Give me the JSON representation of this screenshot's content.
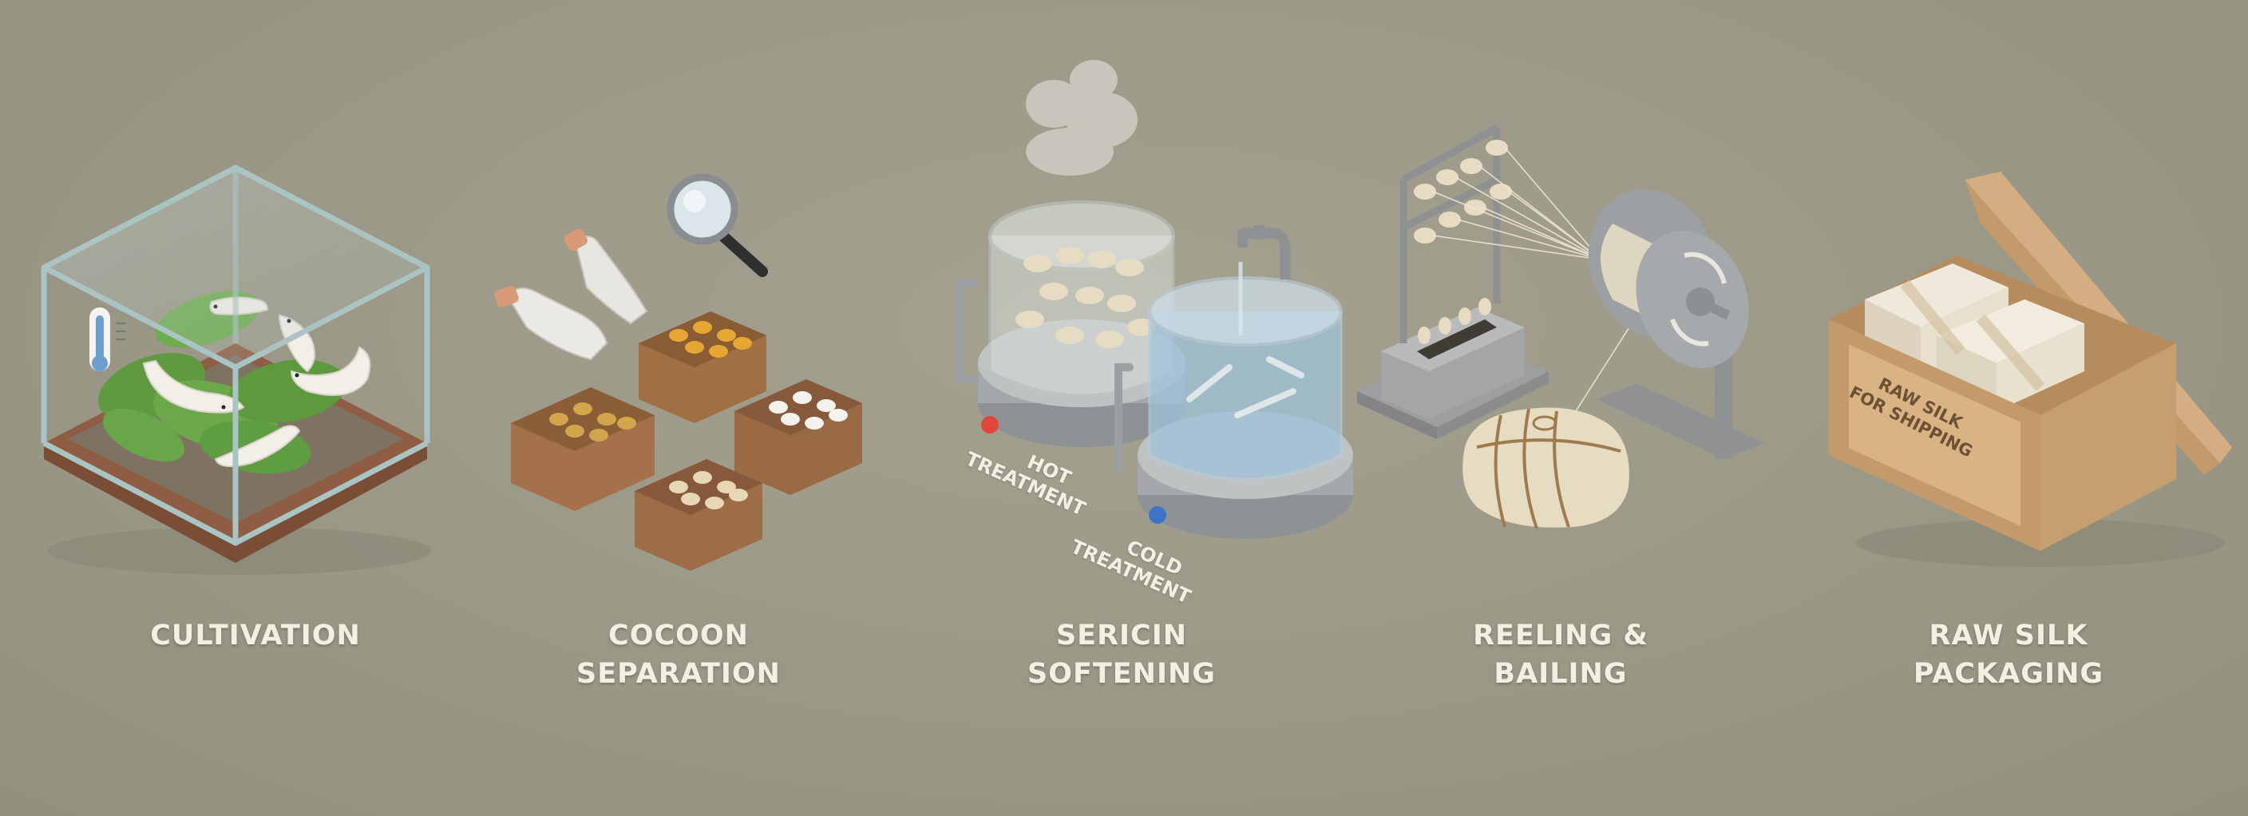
{
  "background_color": "#9d9a89",
  "label_color": "#f3efe3",
  "stages": [
    {
      "id": "cultivation",
      "title_lines": [
        "CULTIVATION"
      ],
      "illustration": "glass terrarium with silkworms on mulberry leaves and thermometer",
      "icons": [
        "terrarium-icon",
        "silkworm-icon",
        "mulberry-leaf-icon",
        "thermometer-icon"
      ]
    },
    {
      "id": "cocoon-separation",
      "title_lines": [
        "COCOON",
        "SEPARATION"
      ],
      "illustration": "gloved hands sorting cocoons into four woven baskets with magnifying glass",
      "icons": [
        "gloved-hand-icon",
        "magnifying-glass-icon",
        "basket-icon",
        "cocoon-icon"
      ]
    },
    {
      "id": "sericin-softening",
      "title_lines": [
        "SERICIN",
        "SOFTENING"
      ],
      "illustration": "steaming hot pot of cocoons and cold water bath with faucet",
      "icons": [
        "steam-icon",
        "hot-pot-icon",
        "cold-bath-icon",
        "faucet-icon"
      ],
      "sub_labels": {
        "hot": [
          "HOT",
          "TREATMENT"
        ],
        "cold": [
          "COLD",
          "TREATMENT"
        ]
      },
      "indicator_colors": {
        "hot": "#e0473a",
        "cold": "#3d73c8"
      }
    },
    {
      "id": "reeling-bailing",
      "title_lines": [
        "REELING &",
        "BAILING"
      ],
      "illustration": "cocoon reeling frame feeding threads to a rotating spool, with twine-tied silk bale",
      "icons": [
        "reeling-frame-icon",
        "spool-icon",
        "rotate-arrows-icon",
        "silk-bale-icon"
      ]
    },
    {
      "id": "raw-silk-packaging",
      "title_lines": [
        "RAW SILK",
        "PACKAGING"
      ],
      "illustration": "open wooden crate holding bundled silk skeins",
      "icons": [
        "wooden-crate-icon",
        "silk-bundle-icon"
      ],
      "crate_text": [
        "RAW SILK",
        "FOR SHIPPING"
      ]
    }
  ]
}
